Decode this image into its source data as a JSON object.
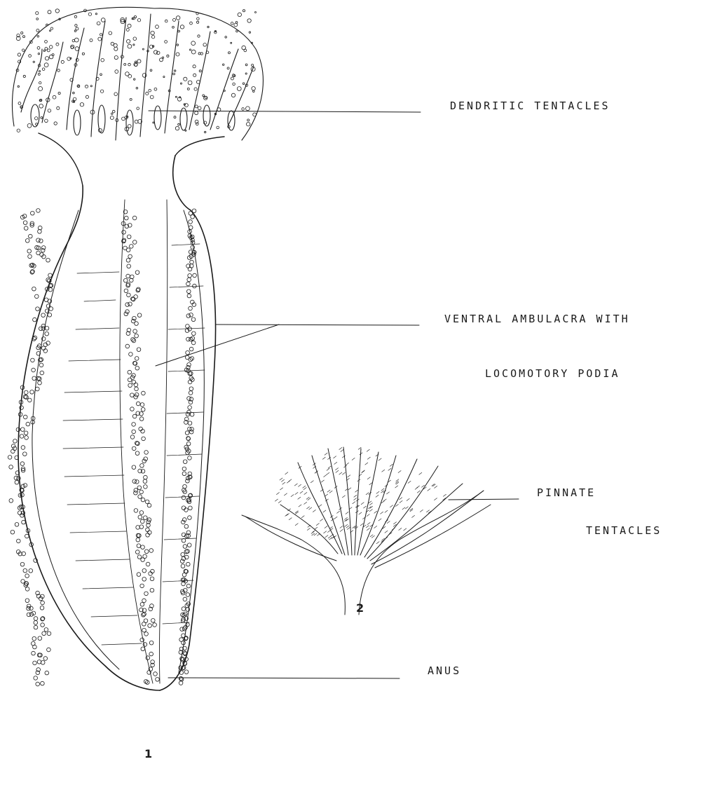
{
  "labels": {
    "dendritic": "DENDRITIC TENTACLES",
    "ventral_line1": "VENTRAL AMBULACRA WITH",
    "ventral_line2": "LOCOMOTORY PODIA",
    "pinnate_line1": "PINNATE",
    "pinnate_line2": "TENTACLES",
    "anus": "ANUS"
  },
  "figure_numbers": {
    "fig1": "1",
    "fig2": "2"
  },
  "colors": {
    "ink": "#1a1a1a",
    "paper": "#ffffff"
  }
}
